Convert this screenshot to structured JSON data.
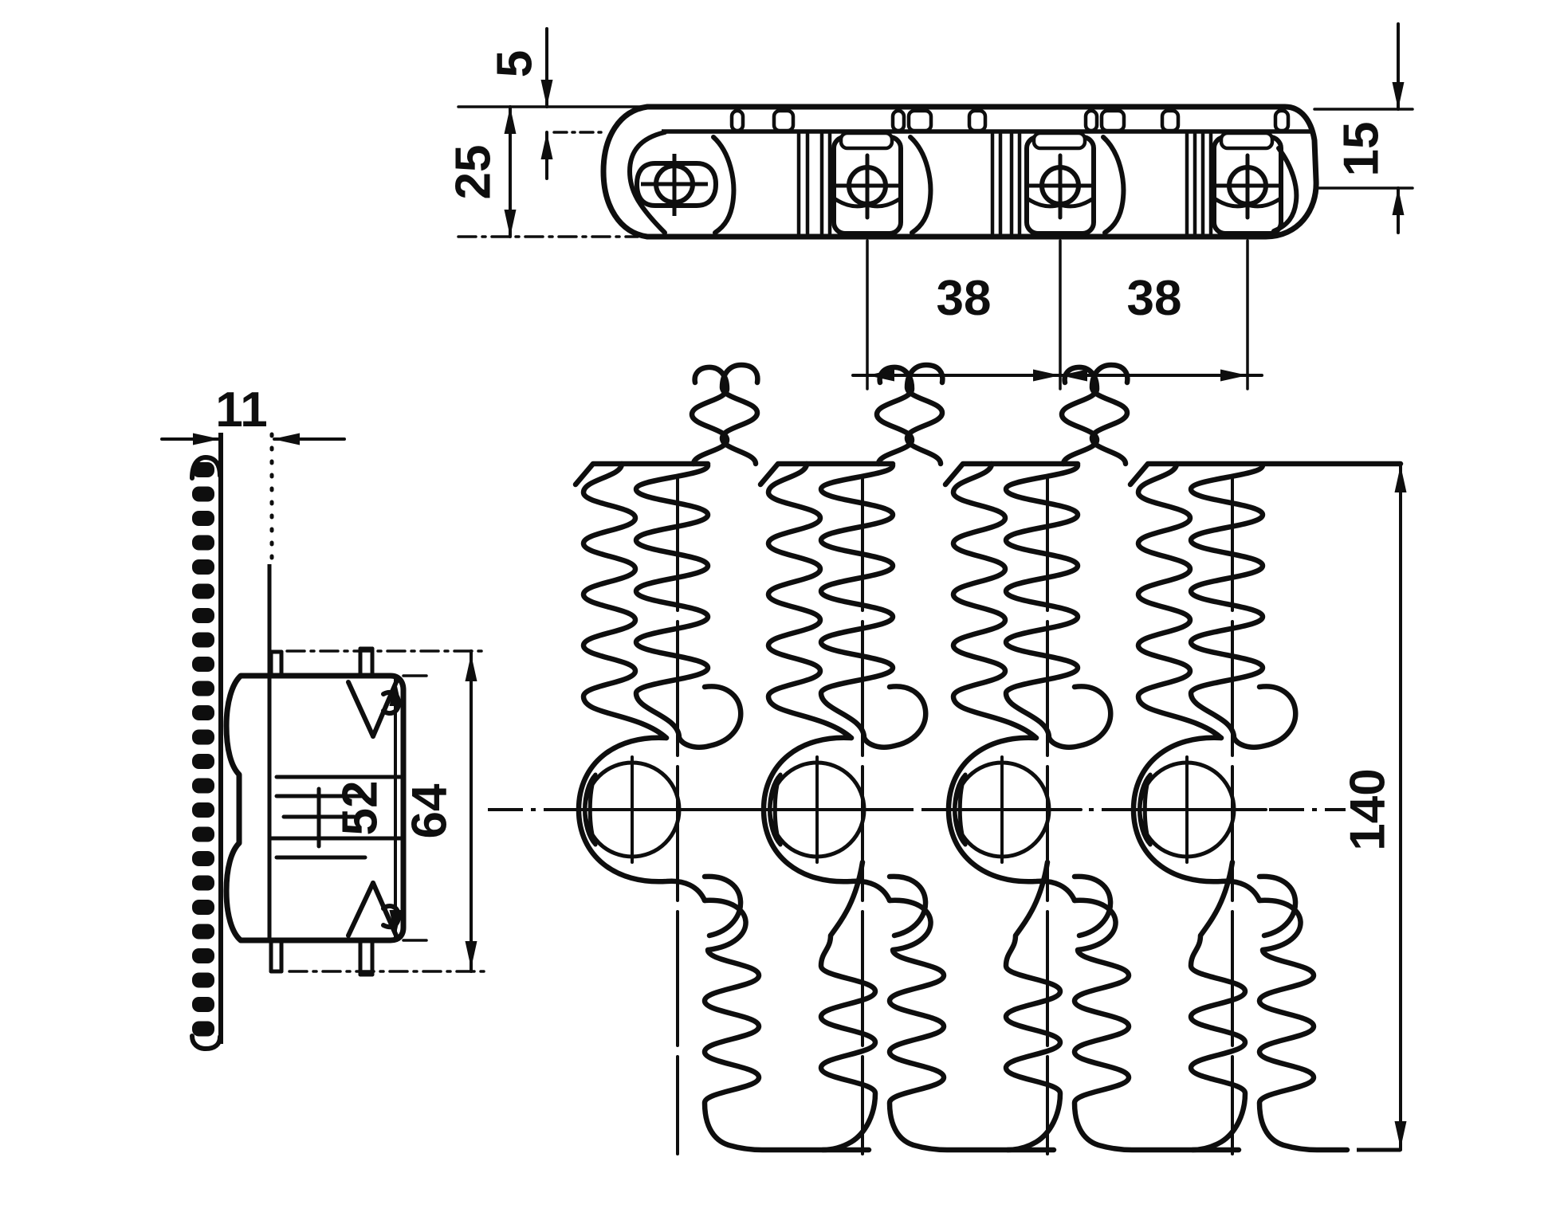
{
  "drawing": {
    "type": "engineering-drawing",
    "subject": "plastic modular conveyor chain link - three orthographic views",
    "ink_color": "#0e0e0e",
    "background_color": "#ffffff",
    "dims": {
      "d5": "5",
      "d25": "25",
      "d15": "15",
      "d38a": "38",
      "d38b": "38",
      "d11": "11",
      "d52": "52",
      "d64": "64",
      "d140": "140"
    },
    "dimensions_mm": {
      "top_plate_thickness": 5,
      "link_height": 25,
      "top_to_roller_center": 15,
      "roller_pitch_1": 38,
      "roller_pitch_2": 38,
      "plate_face_to_center": 11,
      "inner_width": 52,
      "outer_width": 64,
      "belt_width": 140
    }
  }
}
